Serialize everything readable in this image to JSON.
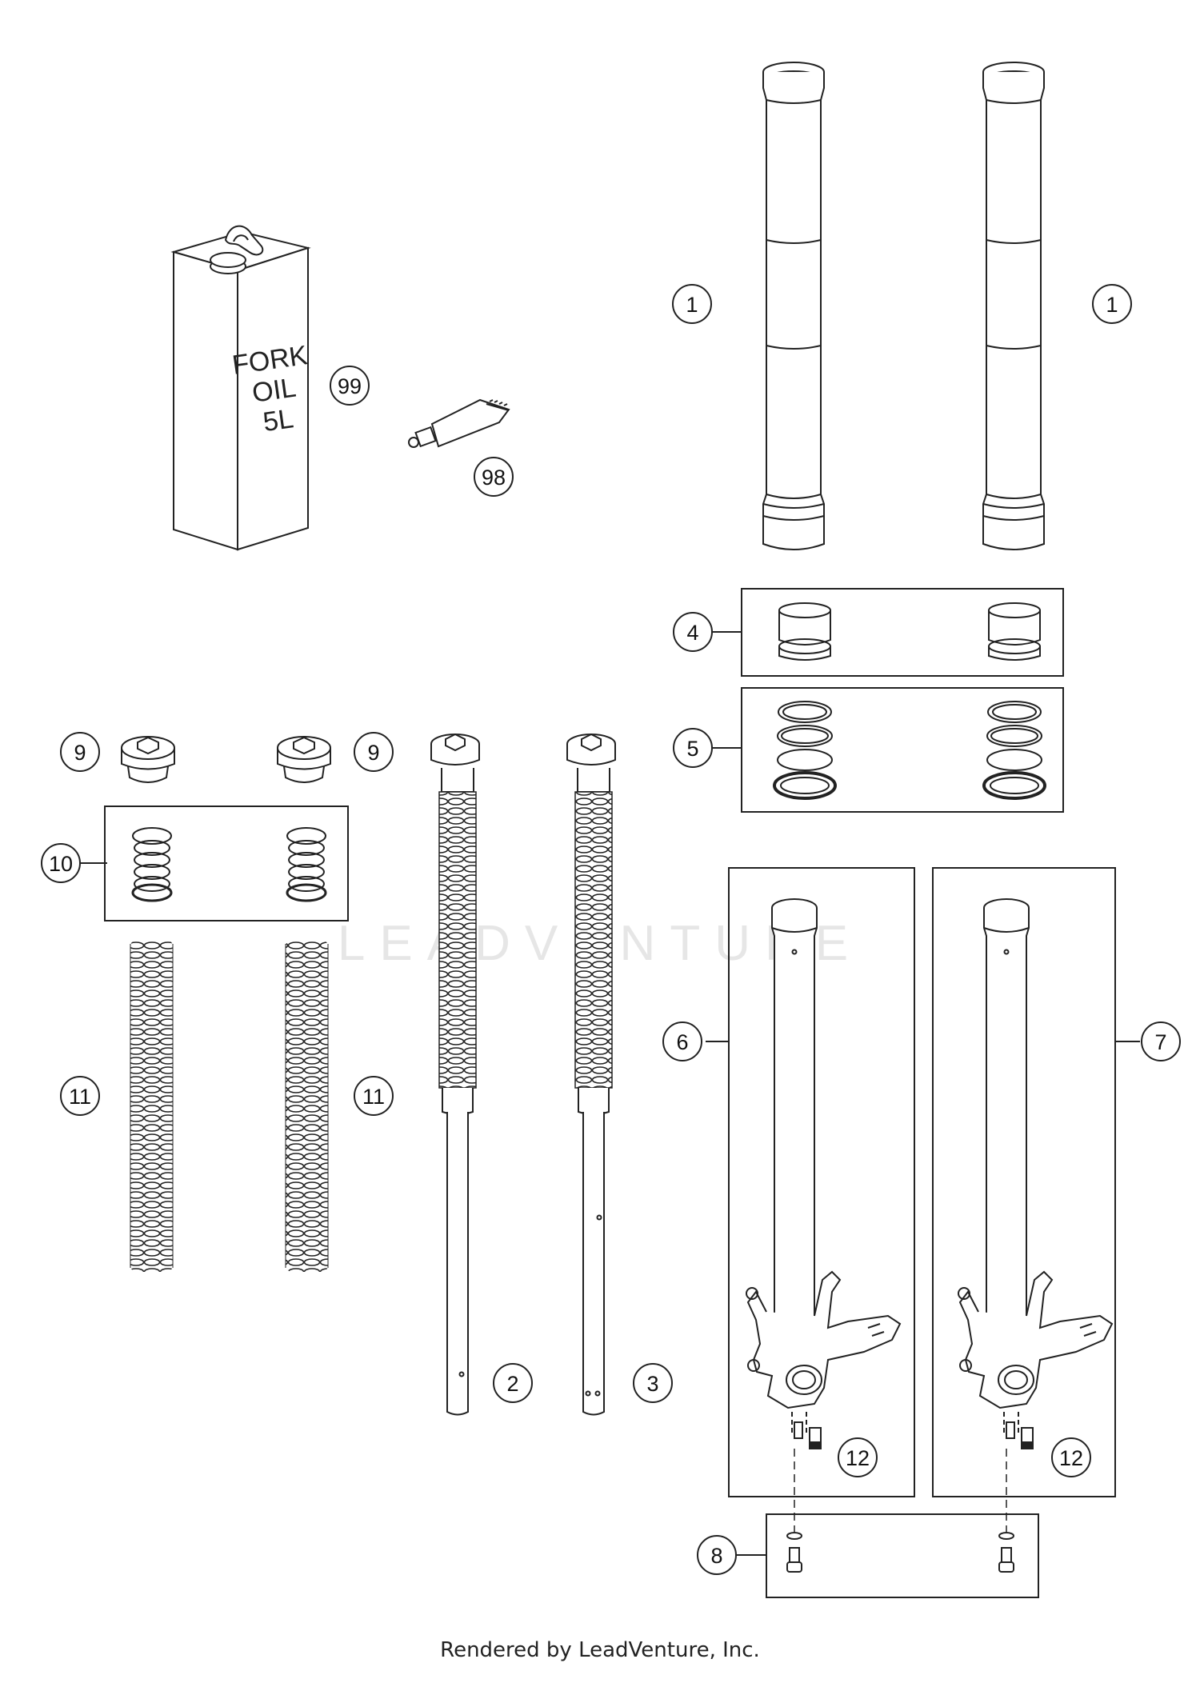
{
  "watermark": "LEADVENTURE",
  "oil_can": {
    "label_line1": "FORK",
    "label_line2": "OIL",
    "label_line3": "5L"
  },
  "callouts": {
    "c1_left": "1",
    "c1_right": "1",
    "c99": "99",
    "c98": "98",
    "c4": "4",
    "c5": "5",
    "c9_left": "9",
    "c9_right": "9",
    "c10": "10",
    "c11_left": "11",
    "c11_right": "11",
    "c2": "2",
    "c3": "3",
    "c6": "6",
    "c7": "7",
    "c12_left": "12",
    "c12_right": "12",
    "c8": "8"
  },
  "footer": "Rendered by LeadVenture, Inc."
}
